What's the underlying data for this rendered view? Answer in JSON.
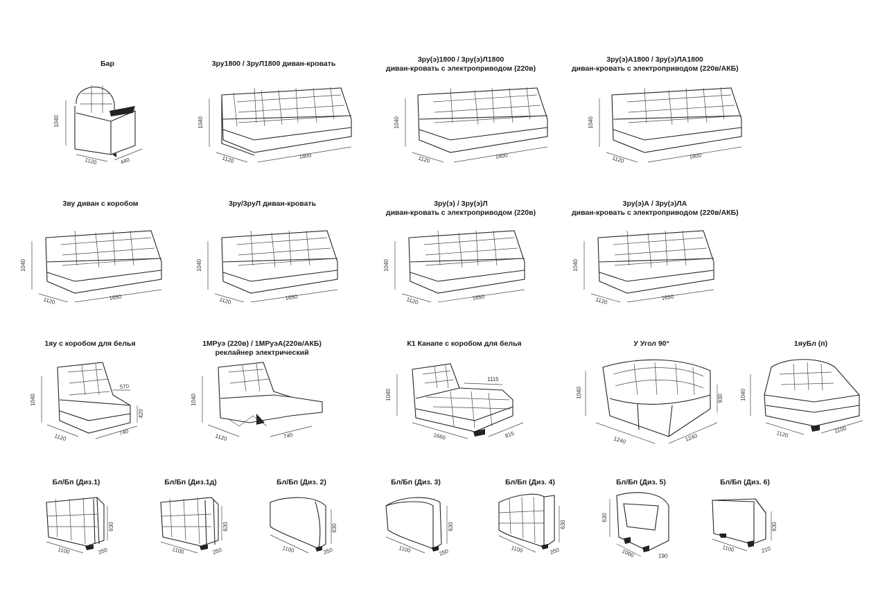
{
  "items": [
    {
      "id": "bar",
      "title": [
        "Бар"
      ],
      "dims": {
        "h": "1040",
        "d": "1120",
        "w": "440"
      }
    },
    {
      "id": "3ru1800",
      "title": [
        "3ру1800 / 3руЛ1800 диван-кровать"
      ],
      "dims": {
        "h": "1040",
        "d": "1120",
        "w": "1800"
      }
    },
    {
      "id": "3rue1800",
      "title": [
        "3ру(э)1800 / 3ру(э)Л1800",
        "диван-кровать с электроприводом (220в)"
      ],
      "dims": {
        "h": "1040",
        "d": "1120",
        "w": "1800"
      }
    },
    {
      "id": "3ruea1800",
      "title": [
        "3ру(э)А1800 / 3ру(э)ЛА1800",
        "диван-кровать с электроприводом (220в/АКБ)"
      ],
      "dims": {
        "h": "1040",
        "d": "1120",
        "w": "1800"
      }
    },
    {
      "id": "3vu",
      "title": [
        "3ву   диван с коробом"
      ],
      "dims": {
        "h": "1040",
        "d": "1120",
        "w": "1650"
      }
    },
    {
      "id": "3ru",
      "title": [
        "3ру/3руЛ диван-кровать"
      ],
      "dims": {
        "h": "1040",
        "d": "1120",
        "w": "1650"
      }
    },
    {
      "id": "3rue",
      "title": [
        "3ру(э) / 3ру(э)Л",
        "диван-кровать с электроприводом (220в)"
      ],
      "dims": {
        "h": "1040",
        "d": "1120",
        "w": "1650"
      }
    },
    {
      "id": "3ruea",
      "title": [
        "3ру(э)А / 3ру(э)ЛА",
        "диван-кровать с электроприводом (220в/АКБ)"
      ],
      "dims": {
        "h": "1040",
        "d": "1120",
        "w": "1650"
      }
    },
    {
      "id": "1yau",
      "title": [
        "1яу  с коробом для белья"
      ],
      "dims": {
        "h": "1040",
        "d": "1120",
        "w": "740",
        "seat": "570",
        "sh": "420"
      }
    },
    {
      "id": "1mrue",
      "title": [
        "1МРуэ (220в) / 1МРуэА(220в/АКБ)",
        "реклайнер электрический"
      ],
      "dims": {
        "h": "1040",
        "d": "1120",
        "w": "740"
      }
    },
    {
      "id": "k1",
      "title": [
        "К1  Канапе с коробом для белья"
      ],
      "dims": {
        "h": "1040",
        "d": "1660",
        "w": "815",
        "l": "1115"
      }
    },
    {
      "id": "u90",
      "title": [
        "У Угол 90°"
      ],
      "dims": {
        "h": "1040",
        "d": "1240",
        "w": "1240",
        "s": "930"
      }
    },
    {
      "id": "1yaubl",
      "title": [
        "1яуБл (п)"
      ],
      "dims": {
        "h": "1040",
        "d": "1120",
        "w": "1100"
      }
    },
    {
      "id": "bl1",
      "title": [
        "Бл/Бп (Диз.1)"
      ],
      "dims": {
        "h": "630",
        "d": "1100",
        "w": "250"
      }
    },
    {
      "id": "bl1d",
      "title": [
        "Бл/Бп (Диз.1д)"
      ],
      "dims": {
        "h": "630",
        "d": "1100",
        "w": "250"
      }
    },
    {
      "id": "bl2",
      "title": [
        "Бл/Бп (Диз. 2)"
      ],
      "dims": {
        "h": "630",
        "d": "1100",
        "w": "250"
      }
    },
    {
      "id": "bl3",
      "title": [
        "Бл/Бп (Диз. 3)"
      ],
      "dims": {
        "h": "630",
        "d": "1100",
        "w": "250"
      }
    },
    {
      "id": "bl4",
      "title": [
        "Бл/Бп (Диз. 4)"
      ],
      "dims": {
        "h": "630",
        "d": "1100",
        "w": "250"
      }
    },
    {
      "id": "bl5",
      "title": [
        "Бл/Бп (Диз. 5)"
      ],
      "dims": {
        "h": "630",
        "d": "1060",
        "w": "190"
      }
    },
    {
      "id": "bl6",
      "title": [
        "Бл/Бп (Диз. 6)"
      ],
      "dims": {
        "h": "630",
        "d": "1100",
        "w": "210"
      }
    }
  ]
}
